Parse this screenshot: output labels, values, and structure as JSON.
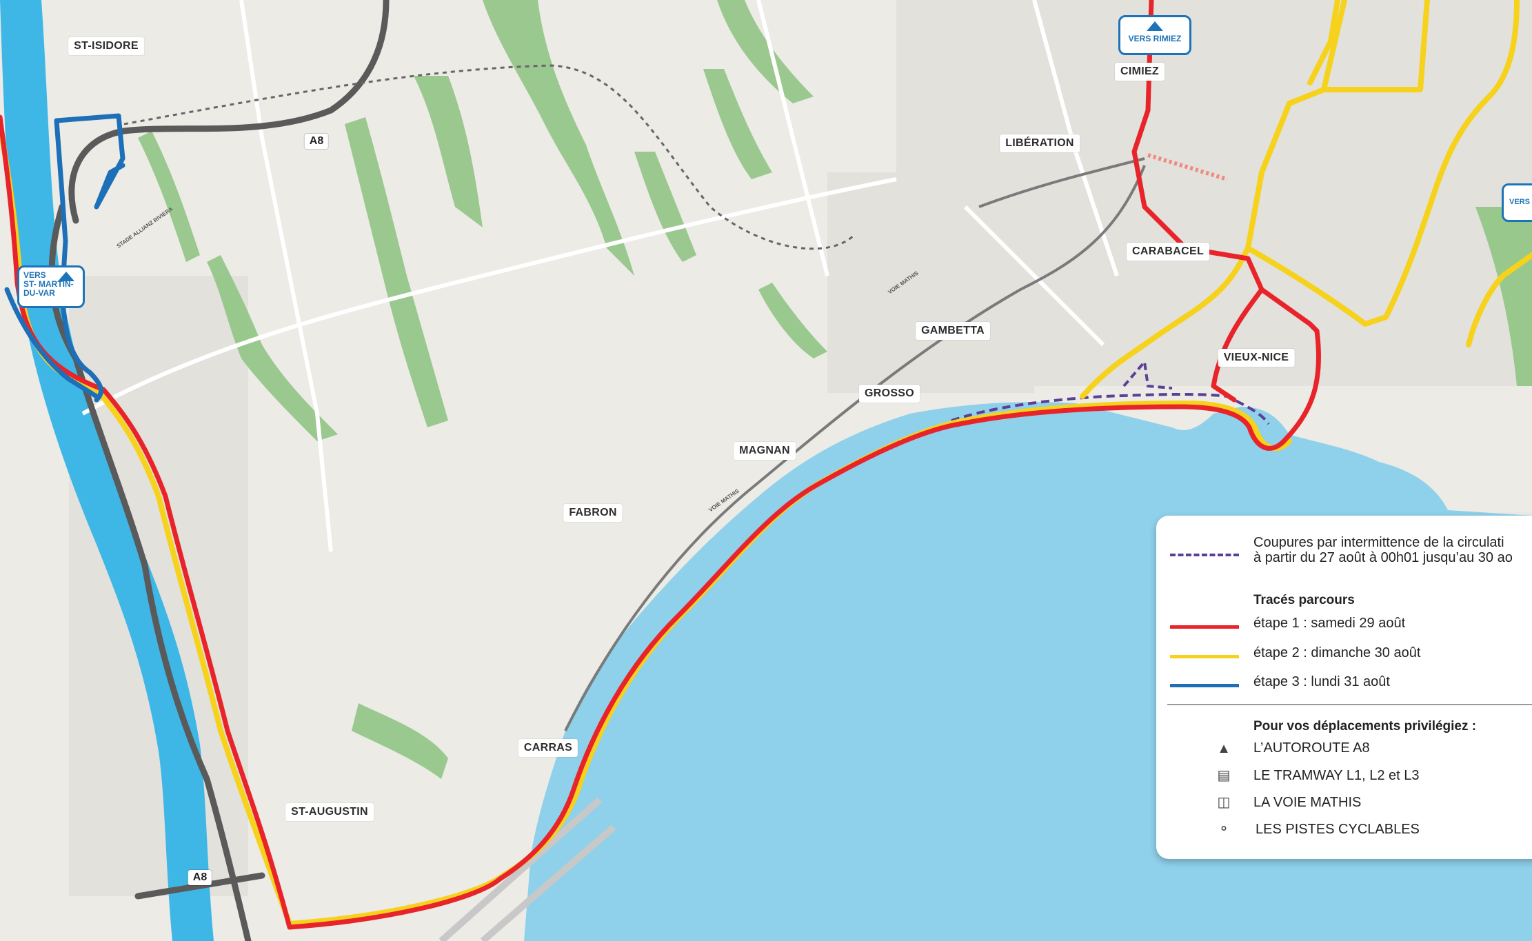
{
  "map": {
    "districts": [
      {
        "id": "st-isidore",
        "label": "ST-ISIDORE"
      },
      {
        "id": "cimiez",
        "label": "CIMIEZ"
      },
      {
        "id": "liberation",
        "label": "LIBÉRATION"
      },
      {
        "id": "carabacel",
        "label": "CARABACEL"
      },
      {
        "id": "gambetta",
        "label": "GAMBETTA"
      },
      {
        "id": "vieux-nice",
        "label": "VIEUX-NICE"
      },
      {
        "id": "grosso",
        "label": "GROSSO"
      },
      {
        "id": "magnan",
        "label": "MAGNAN"
      },
      {
        "id": "fabron",
        "label": "FABRON"
      },
      {
        "id": "carras",
        "label": "CARRAS"
      },
      {
        "id": "st-augustin",
        "label": "ST-AUGUSTIN"
      }
    ],
    "road_labels": [
      {
        "id": "a8-north",
        "label": "A8"
      },
      {
        "id": "a8-south",
        "label": "A8"
      }
    ],
    "small_labels": {
      "stade": "STADE ALLIANZ RIVIERA",
      "voie_mathis_1": "VOIE MATHIS",
      "voie_mathis_2": "VOIE MATHIS"
    },
    "vers_signs": {
      "rimiez": "VERS RIMIEZ",
      "stmartin": [
        "VERS",
        "ST- MARTIN-",
        "DU-VAR"
      ],
      "right": "VERS"
    },
    "colors": {
      "sea": "#8fd0ea",
      "river": "#3fb7e6",
      "park": "#8cc37f",
      "land": "#ecebe6",
      "etape1": "#e8242a",
      "etape2": "#f6d21c",
      "etape3": "#1d6fb8",
      "coupures": "#5b3f95",
      "motorway": "#5a5a5a"
    }
  },
  "legend": {
    "coupures_line1": "Coupures par intermittence de la circulati",
    "coupures_line2": "à partir du 27 août à 00h01 jusqu’au 30 ao",
    "traces_title": "Tracés parcours",
    "etape1": "étape 1 : samedi 29 août",
    "etape2": "étape 2 : dimanche 30 août",
    "etape3": "étape 3 : lundi 31 août",
    "privilegiez_title": "Pour vos déplacements privilégiez :",
    "opt_autoroute": "L’AUTOROUTE A8",
    "opt_tramway": "LE TRAMWAY L1, L2 et L3",
    "opt_voie": "LA VOIE MATHIS",
    "opt_pistes": "LES PISTES CYCLABLES",
    "icons": [
      "motorway-icon",
      "tram-icon",
      "car-icon",
      "bike-icon"
    ]
  }
}
